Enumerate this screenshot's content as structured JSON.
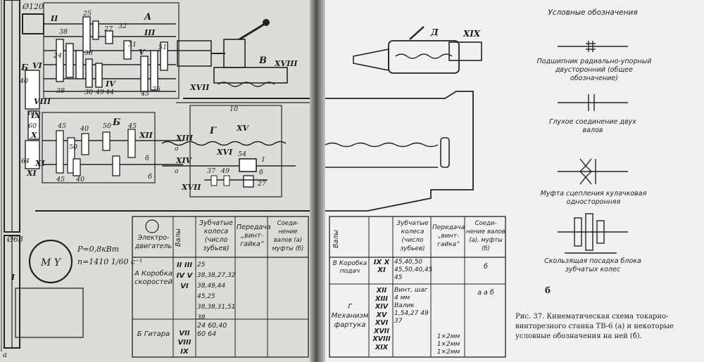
{
  "left_page": {
    "diagram_label_a": "а",
    "pulley_diameter_top": "Ø120",
    "pulley_diameter_bottom": "Ø63",
    "block_labels": {
      "A": "A",
      "B_upper": "Б",
      "B_mid": "Б",
      "V": "В",
      "G": "Г"
    },
    "shafts": [
      "II",
      "III",
      "IV",
      "V",
      "VI",
      "VII",
      "VIII",
      "IX",
      "X",
      "XI",
      "XII",
      "XIII",
      "XIV",
      "XV",
      "XVI",
      "XVII",
      "XVIII",
      "I"
    ],
    "gear_numbers": [
      "25",
      "27",
      "32",
      "38",
      "31",
      "51",
      "24",
      "38",
      "38",
      "30",
      "49",
      "44",
      "45",
      "25",
      "40",
      "60",
      "60",
      "64",
      "45",
      "40",
      "50",
      "45",
      "50",
      "45",
      "40",
      "10",
      "54",
      "37",
      "49",
      "27"
    ],
    "motor": {
      "letters": "M Y",
      "power": "P=0,8кВт",
      "speed": "n=1410 1/60 c⁻¹"
    },
    "small_labels": {
      "a1": "a",
      "a2": "a",
      "b1": "б",
      "b2": "б",
      "d_letter": "б",
      "i_letter": "I"
    },
    "table": {
      "headers": [
        "Электро-двигатель",
        "Валы",
        "Зубчатые колеса (число зубьев)",
        "Передача „винт-гайка“",
        "Соеди-нение валов (а) муфты (б)"
      ],
      "rows": [
        {
          "group": "A Коробка скоростей",
          "shafts": "II III IV V VI",
          "gears": "25 38,38,27,32 38,49,44 45,25 38,38,31,51 38",
          "screw": "",
          "conn": ""
        },
        {
          "group": "Б Гитара",
          "shafts": "VII VIII IX",
          "gears": "24 60,40 60 64",
          "screw": "",
          "conn": ""
        }
      ]
    }
  },
  "right_page": {
    "letter_d": "Д",
    "shaft_xix": "XIX",
    "table": {
      "headers": [
        "Валы",
        "Зубчатые колеса (число зубьев)",
        "Передача „винт-гайка“",
        "Соеди-нение валов (а), муфты (б)"
      ],
      "rows": [
        {
          "group": "В Коробка подач",
          "shafts": "IX X XI",
          "gears": "45,40,50 45,50,40,45 45",
          "screw": "",
          "conn": "б"
        },
        {
          "group": "Г Механизм фартука",
          "shafts": "XII XIII XIV XV XVI XVII XVIII XIX",
          "gears": "Винт, шаг 4 мм Валик 1,54,27 49 37",
          "screw": "1×2мм 1×2мм 1×2мм",
          "conn": "а а б"
        }
      ]
    },
    "legend": {
      "title": "Условные обозначения",
      "items": [
        {
          "label": "Подшипник радиально-упорный двусторонний (общее обозначение)"
        },
        {
          "label": "Глухое соединение двух валов"
        },
        {
          "label": "Муфта сцепления кулачковая односторонняя"
        },
        {
          "label": "Скользящая посадка блока зубчатых колес"
        }
      ],
      "label_b": "б"
    },
    "caption": "Рис. 37. Кинематическая схема токарно-винторезного станка ТВ-6 (а) и некоторые условные обозначения на ней (б)."
  }
}
